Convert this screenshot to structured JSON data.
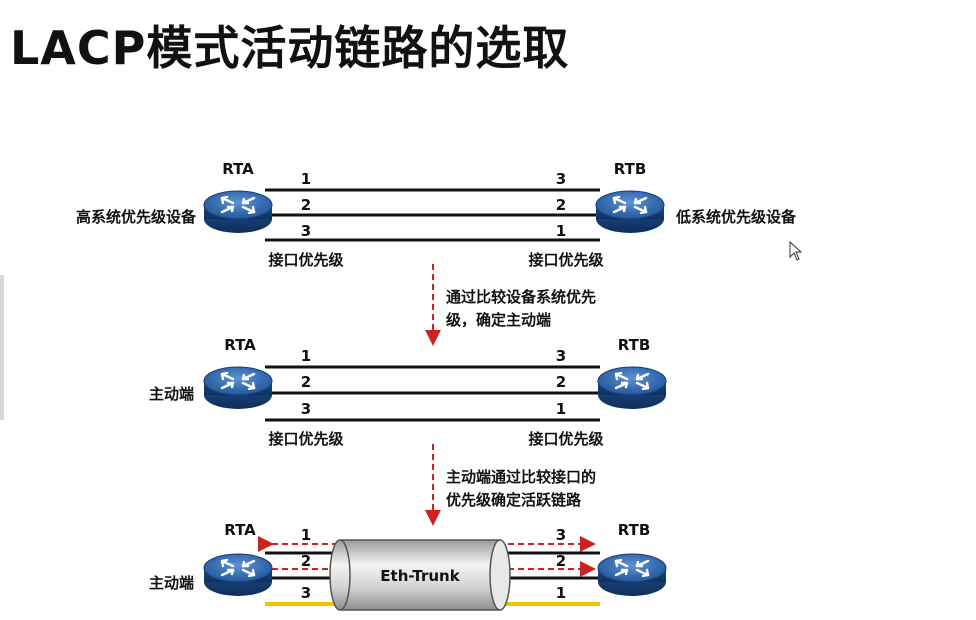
{
  "title": "LACP模式活动链路的选取",
  "panel1": {
    "left_router": "RTA",
    "right_router": "RTB",
    "left_side_label": "高系统优先级设备",
    "right_side_label": "低系统优先级设备",
    "left_ports": [
      "1",
      "2",
      "3"
    ],
    "right_ports": [
      "3",
      "2",
      "1"
    ],
    "left_port_caption": "接口优先级",
    "right_port_caption": "接口优先级"
  },
  "step1": {
    "line1": "通过比较设备系统优先",
    "line2": "级，确定主动端"
  },
  "panel2": {
    "left_router": "RTA",
    "right_router": "RTB",
    "left_side_label": "主动端",
    "left_ports": [
      "1",
      "2",
      "3"
    ],
    "right_ports": [
      "3",
      "2",
      "1"
    ],
    "left_port_caption": "接口优先级",
    "right_port_caption": "接口优先级"
  },
  "step2": {
    "line1": "主动端通过比较接口的",
    "line2": "优先级确定活跃链路"
  },
  "panel3": {
    "left_router": "RTA",
    "right_router": "RTB",
    "left_side_label": "主动端",
    "left_ports": [
      "1",
      "2",
      "3"
    ],
    "right_ports": [
      "3",
      "2",
      "1"
    ],
    "trunk_label": "Eth-Trunk"
  },
  "colors": {
    "router_body": "#1f4f8f",
    "router_top": "#3b74b8",
    "dashed_arrow": "#cc2222",
    "inactive_link": "#f2c200",
    "link": "#111111"
  },
  "icons": [
    "router-icon",
    "mouse-cursor-icon"
  ]
}
